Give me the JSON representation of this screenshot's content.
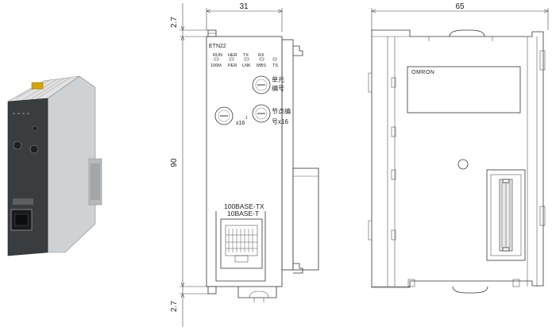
{
  "dimensions": {
    "top_margin": "2.7",
    "bottom_margin": "2.7",
    "height": "90",
    "front_width": "31",
    "side_width": "65"
  },
  "front_panel": {
    "model": "ETN22",
    "led_top": [
      "RUN",
      "HER",
      "TX",
      "RX"
    ],
    "led_bottom": [
      "100M",
      "PER",
      "LNK",
      "MBS",
      "TS"
    ],
    "unit_label_1": "单元",
    "unit_label_2": "编号",
    "node_label_1": "节点编",
    "node_label_2": "号x16",
    "x16_label": "x16",
    "x16_sup": "1",
    "port_label_1": "100BASE-TX",
    "port_label_2": "10BASE-T"
  },
  "side_view": {
    "brand": "OMRON"
  },
  "colors": {
    "line": "#333333",
    "photo_body": "#3a3d40",
    "photo_top": "#d8d8d8",
    "connector_accent": "#d9a400"
  }
}
